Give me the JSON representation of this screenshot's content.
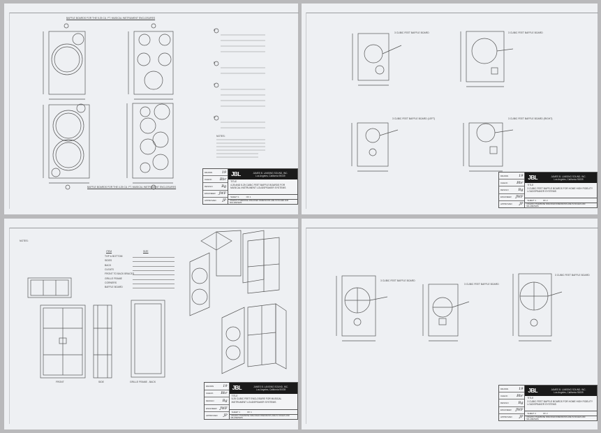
{
  "company": {
    "logo": "JBL",
    "name": "JAMES B. LANSING SOUND, INC.",
    "address": "Los Angeles, California 90039"
  },
  "title_block_labels": {
    "drawn": "DRAWN",
    "check": "CHECK",
    "design": "DESIGN",
    "engineer": "ENGINEER",
    "approved": "APPROVED",
    "title": "TITLE",
    "sheet": "SHEET",
    "of": "OF",
    "footer": "UNLESS OTHERWISE SPECIFIED DIMENSIONS ARE IN INCHES AND MILLIMETERS"
  },
  "signatures": {
    "drawn": "19",
    "check": "Bbr",
    "design": "Bg",
    "engineer": "JWF",
    "approved": "JP"
  },
  "sheets": [
    {
      "title": "4.25 and 5.25 cubic feet baffle boards for musical instrument loudspeaker systems",
      "sheet": "1",
      "of": "1",
      "heading": "Baffle boards for the 5.25 cu. ft. musical instrument enclosures",
      "footer_heading": "Baffle boards for the 4.25 cu. ft. musical instrument enclosures",
      "markers": [
        "A",
        "B",
        "C",
        "D"
      ],
      "notes_label": "NOTES:"
    },
    {
      "title": "3 cubic feet baffle boards for home high fidelity loudspeaker systems",
      "sheet": "1",
      "of": "2",
      "labels": [
        "3 cubic feet baffle board",
        "3 cubic feet baffle board",
        "3 cubic feet baffle board (left)",
        "3 cubic feet baffle board (right)"
      ]
    },
    {
      "title": "5.25 cubic feet enclosure for musical instrument loudspeaker systems",
      "sheet": "1",
      "of": "1",
      "notes_label": "NOTES:",
      "parts_header": {
        "item": "ITEM",
        "size": "SIZE"
      },
      "parts": [
        "Top & bottom",
        "Sides",
        "Back",
        "Cleats",
        "Front to back braces",
        "Grille frame",
        "Corners",
        "Baffle board"
      ],
      "views": {
        "front": "FRONT",
        "side": "SIDE",
        "back": "GRILLE FRAME - BACK"
      }
    },
    {
      "title": "3 cubic feet baffle boards for home high fidelity loudspeaker systems",
      "sheet": "2",
      "of": "2",
      "labels": [
        "3 cubic feet baffle board",
        "3 cubic feet baffle board",
        "3 cubic feet baffle board"
      ]
    }
  ]
}
